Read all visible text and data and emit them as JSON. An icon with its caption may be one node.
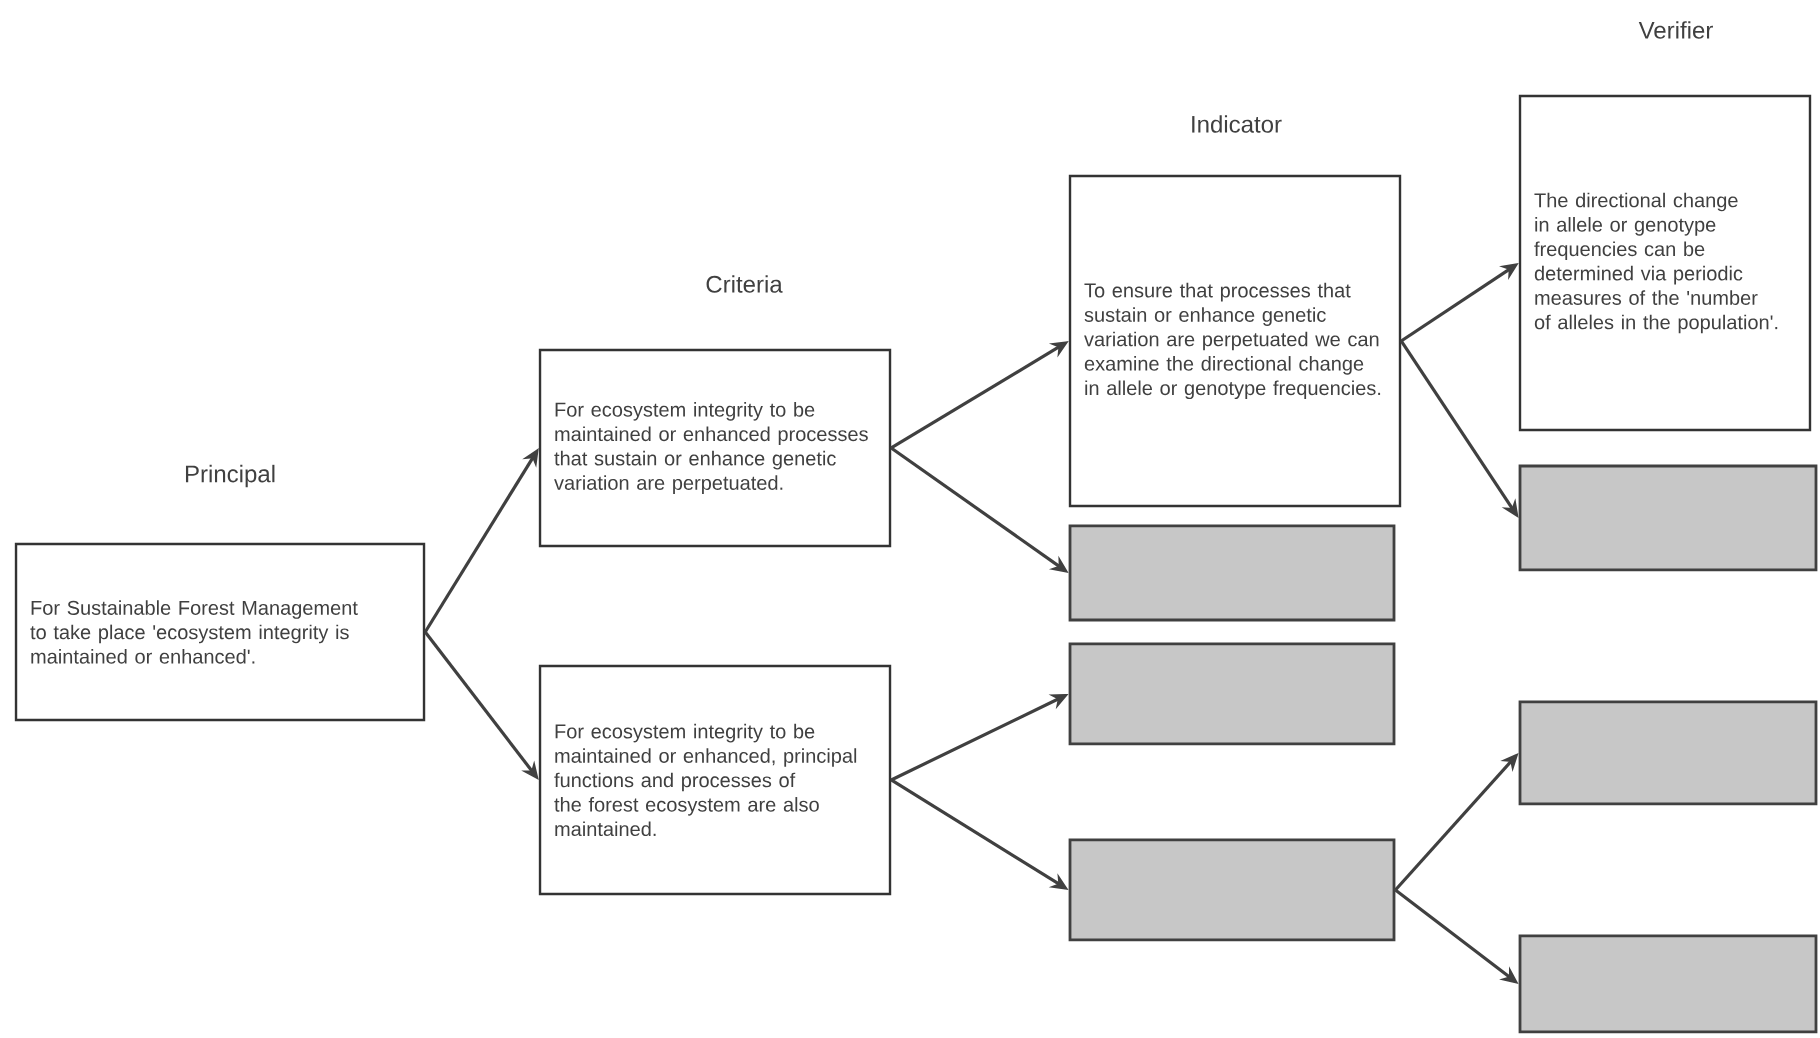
{
  "diagram": {
    "nodes": [
      {
        "text": [
          "For Sustainable Forest Management to take place 'ecosystem integrity is maintained or enhanced'."
        ]
      },
      {
        "text": [
          "For ecosystem integrity to be maintained or enhanced processes that sustain or enhance genetic variation are perpetuated."
        ]
      },
      {
        "text": [
          "For ecosystem integrity to be maintained or enhanced, principal functions and processes of the forest ecosystem are also maintained."
        ]
      },
      {
        "text": [
          "To ensure that processes that sustain or enhance genetic variation are perpetuated we can examine the directional change in allele or genotype frequencies."
        ]
      },
      {
        "text": [],
        "shape": "box"
      },
      {
        "text": [],
        "shape": "box"
      },
      {
        "text": [],
        "shape": "box"
      },
      {
        "text": [
          "The directional change in allele or genotype frequencies can be determined via periodic measures of the 'number of alleles in the population'."
        ]
      },
      {
        "text": [],
        "shape": "box"
      },
      {
        "text": [],
        "shape": "box"
      },
      {
        "text": [],
        "shape": "box"
      }
    ],
    "edges": [
      {
        "from": 0,
        "to": 1,
        "arrow": "to"
      },
      {
        "from": 0,
        "to": 2,
        "arrow": "to"
      },
      {
        "from": 1,
        "to": 3,
        "arrow": "to"
      },
      {
        "from": 1,
        "to": 4,
        "arrow": "to"
      },
      {
        "from": 2,
        "to": 5,
        "arrow": "to"
      },
      {
        "from": 2,
        "to": 6,
        "arrow": "to"
      },
      {
        "from": 3,
        "to": 7,
        "arrow": "to"
      },
      {
        "from": 3,
        "to": 8,
        "arrow": "to"
      },
      {
        "from": 6,
        "to": 9,
        "arrow": "to"
      },
      {
        "from": 6,
        "to": 10,
        "arrow": "to"
      }
    ],
    "labels": [
      "Verifier",
      "Indicator",
      "Criteria",
      "Principal"
    ]
  }
}
